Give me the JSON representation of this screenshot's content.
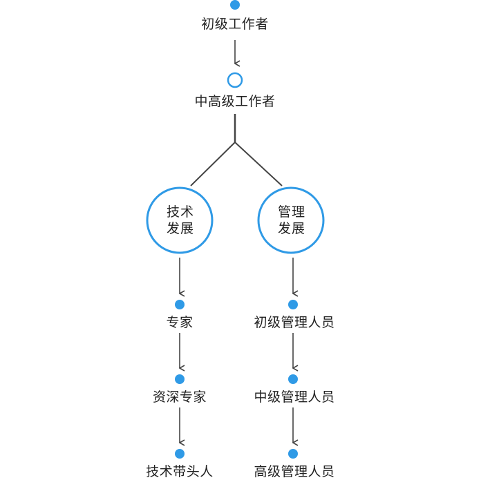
{
  "colors": {
    "accent": "#2f9ae6",
    "line": "#444444",
    "text": "#222222",
    "background": "#ffffff"
  },
  "root": {
    "start_label": "初级工作者",
    "mid_label": "中高级工作者"
  },
  "branches": {
    "technical": {
      "circle_line1": "技术",
      "circle_line2": "发展",
      "steps": [
        "专家",
        "资深专家",
        "技术带头人"
      ]
    },
    "management": {
      "circle_line1": "管理",
      "circle_line2": "发展",
      "steps": [
        "初级管理人员",
        "中级管理人员",
        "高级管理人员"
      ]
    }
  }
}
